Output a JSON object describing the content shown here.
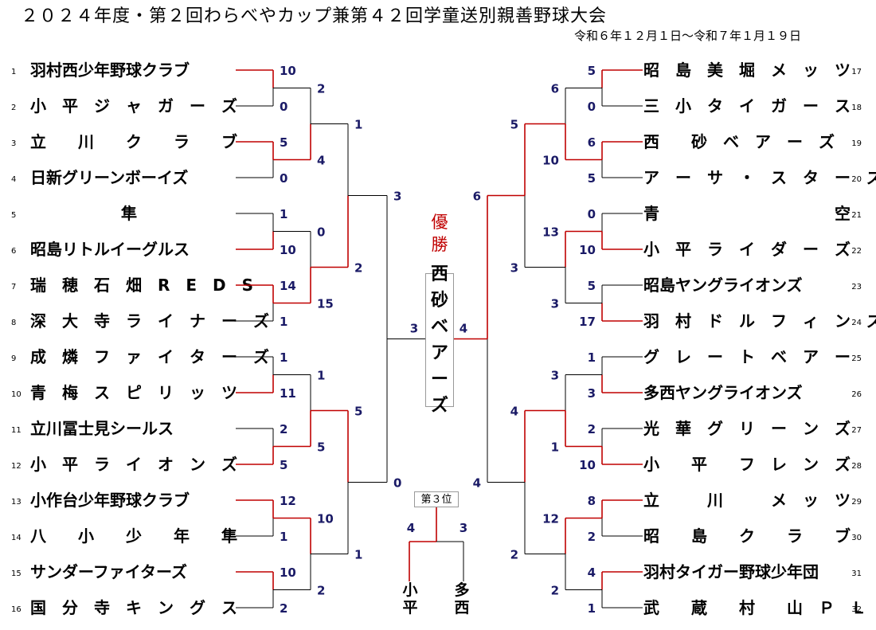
{
  "title": "２０２４年度・第２回わらべやカップ兼第４２回学童送別親善野球大会",
  "period": "令和６年１２月１日～令和７年１月１９日",
  "winner_label": "優勝",
  "champion": "西砂ベアーズ",
  "third_label": "第３位",
  "third_place": {
    "left_team": "小平",
    "left_score": "4",
    "right_team": "多西",
    "right_score": "3"
  },
  "teams_left": [
    {
      "seed": "1",
      "name": "羽村西少年野球クラブ"
    },
    {
      "seed": "2",
      "name": "小　平　ジ　ャ　ガ　ー　ズ"
    },
    {
      "seed": "3",
      "name": "立　　川　　ク　　ラ　　ブ"
    },
    {
      "seed": "4",
      "name": "日新グリーンボーイズ"
    },
    {
      "seed": "5",
      "name": "隼"
    },
    {
      "seed": "6",
      "name": "昭島リトルイーグルス"
    },
    {
      "seed": "7",
      "name": "瑞　穂　石　畑　R　E　D　S"
    },
    {
      "seed": "8",
      "name": "深　大　寺　ラ　イ　ナ　ー　ズ"
    },
    {
      "seed": "9",
      "name": "成　燐　フ　ァ　イ　タ　ー　ズ"
    },
    {
      "seed": "10",
      "name": "青　梅　ス　ピ　リ　ッ　ツ"
    },
    {
      "seed": "11",
      "name": "立川冨士見シールス"
    },
    {
      "seed": "12",
      "name": "小　平　ラ　イ　オ　ン　ズ"
    },
    {
      "seed": "13",
      "name": "小作台少年野球クラブ"
    },
    {
      "seed": "14",
      "name": "八　　小　　少　　年　　隼"
    },
    {
      "seed": "15",
      "name": "サンダーファイターズ"
    },
    {
      "seed": "16",
      "name": "国　分　寺　キ　ン　グ　ス"
    }
  ],
  "teams_right": [
    {
      "seed": "17",
      "name": "昭　島　美　堀　メ　ッ　ツ"
    },
    {
      "seed": "18",
      "name": "三　小　タ　イ　ガ　ー　ス"
    },
    {
      "seed": "19",
      "name": "西　　砂　ベ　ア　ー　ズ"
    },
    {
      "seed": "20",
      "name": "ア　ー　サ　・　ス　タ　ー　ズ"
    },
    {
      "seed": "21",
      "name": "青　　　　　　　　　　　空"
    },
    {
      "seed": "22",
      "name": "小　平　ラ　イ　ダ　ー　ズ"
    },
    {
      "seed": "23",
      "name": "昭島ヤングライオンズ"
    },
    {
      "seed": "24",
      "name": "羽　村　ド　ル　フ　ィ　ン　ズ"
    },
    {
      "seed": "25",
      "name": "グ　レ　ー　ト　ベ　ア　ー"
    },
    {
      "seed": "26",
      "name": "多西ヤングライオンズ"
    },
    {
      "seed": "27",
      "name": "光　華　グ　リ　ー　ン　ズ"
    },
    {
      "seed": "28",
      "name": "小　　平　　フ　レ　ン　ズ"
    },
    {
      "seed": "29",
      "name": "立　　　川　　　メ　ッ　ツ"
    },
    {
      "seed": "30",
      "name": "昭　　島　　ク　　ラ　　ブ"
    },
    {
      "seed": "31",
      "name": "羽村タイガー野球少年団"
    },
    {
      "seed": "32",
      "name": "武　　蔵　　村　　山　Ｐ　Ｌ"
    }
  ],
  "left_r1": [
    [
      "10",
      "0"
    ],
    [
      "5",
      "0"
    ],
    [
      "1",
      "10"
    ],
    [
      "14",
      "1"
    ],
    [
      "1",
      "11"
    ],
    [
      "2",
      "5"
    ],
    [
      "12",
      "1"
    ],
    [
      "10",
      "2"
    ]
  ],
  "left_r2": [
    [
      "2",
      "4"
    ],
    [
      "0",
      "15"
    ],
    [
      "1",
      "5"
    ],
    [
      "10",
      "2"
    ]
  ],
  "left_r3": [
    [
      "1",
      "2"
    ],
    [
      "5",
      "1"
    ]
  ],
  "left_r4": [
    [
      "3",
      "0"
    ]
  ],
  "left_final": "3",
  "right_r1": [
    [
      "5",
      "0"
    ],
    [
      "6",
      "5"
    ],
    [
      "0",
      "10"
    ],
    [
      "5",
      "17"
    ],
    [
      "1",
      "3"
    ],
    [
      "2",
      "10"
    ],
    [
      "8",
      "2"
    ],
    [
      "4",
      "1"
    ]
  ],
  "right_r2": [
    [
      "6",
      "10"
    ],
    [
      "13",
      "3"
    ],
    [
      "3",
      "1"
    ],
    [
      "12",
      "2"
    ]
  ],
  "right_r3": [
    [
      "5",
      "3"
    ],
    [
      "4",
      "2"
    ]
  ],
  "right_r4": [
    [
      "6",
      "4"
    ]
  ],
  "right_final": "4",
  "left_path": [
    [
      true,
      false
    ],
    [
      true,
      false
    ],
    [
      false,
      true
    ],
    [
      true,
      false
    ],
    [
      false,
      true
    ],
    [
      false,
      true
    ],
    [
      true,
      false
    ],
    [
      true,
      false
    ]
  ],
  "left_path_r2": [
    [
      false,
      true
    ],
    [
      false,
      true
    ],
    [
      false,
      true
    ],
    [
      true,
      false
    ]
  ],
  "left_path_r3": [
    [
      false,
      true
    ],
    [
      true,
      false
    ]
  ],
  "left_path_r4": [
    false,
    false
  ],
  "right_path": [
    [
      true,
      false
    ],
    [
      true,
      false
    ],
    [
      false,
      true
    ],
    [
      false,
      true
    ],
    [
      false,
      true
    ],
    [
      false,
      true
    ],
    [
      true,
      false
    ],
    [
      true,
      false
    ]
  ],
  "right_path_r2": [
    [
      false,
      true
    ],
    [
      true,
      false
    ],
    [
      false,
      true
    ],
    [
      true,
      false
    ]
  ],
  "right_path_r3": [
    [
      true,
      false
    ],
    [
      true,
      false
    ]
  ],
  "right_path_r4": [
    true,
    false
  ]
}
